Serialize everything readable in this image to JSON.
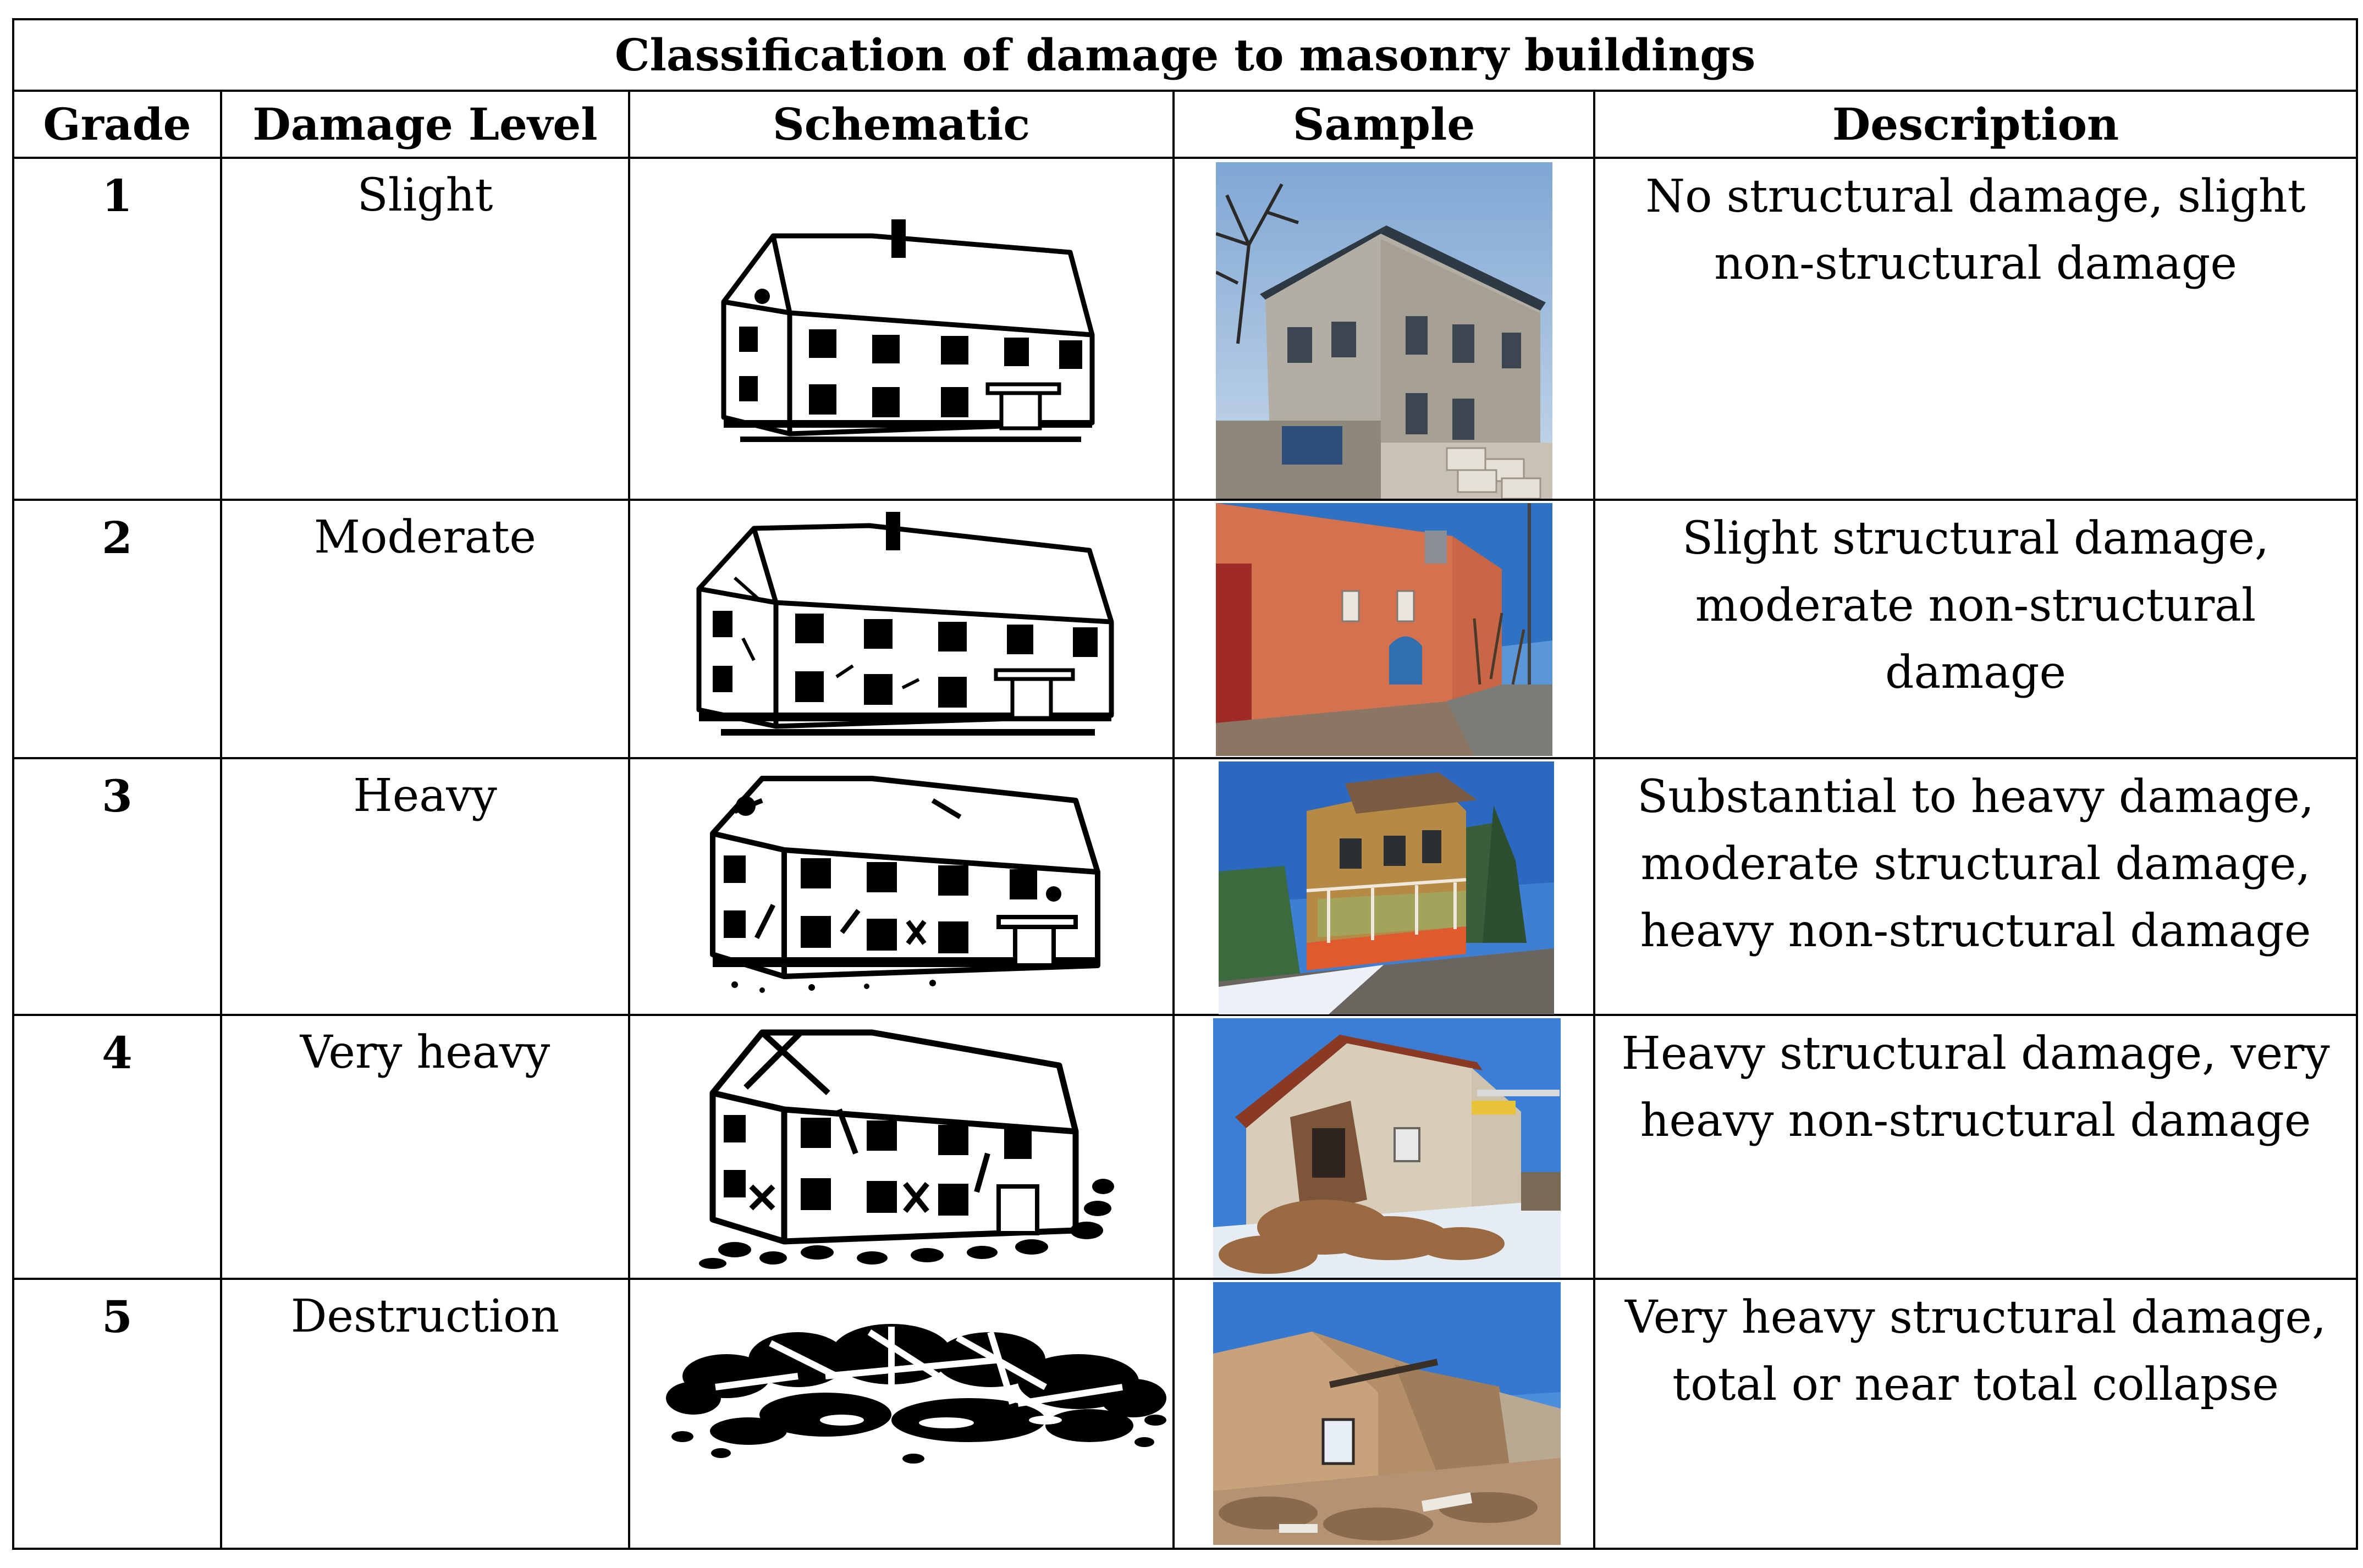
{
  "table": {
    "title": "Classification of damage to masonry buildings",
    "headers": {
      "grade": "Grade",
      "damage_level": "Damage Level",
      "schematic": "Schematic",
      "sample": "Sample",
      "description": "Description"
    },
    "rows": [
      {
        "grade": "1",
        "level": "Slight",
        "description": "No structural damage, slight non-structural damage"
      },
      {
        "grade": "2",
        "level": "Moderate",
        "description": "Slight structural damage, moderate non-structural damage"
      },
      {
        "grade": "3",
        "level": "Heavy",
        "description": "Substantial to heavy damage, moderate structural damage, heavy non-structural damage"
      },
      {
        "grade": "4",
        "level": "Very heavy",
        "description": "Heavy structural damage, very heavy non-structural damage"
      },
      {
        "grade": "5",
        "level": "Destruction",
        "description": "Very heavy structural damage, total or near total collapse"
      }
    ]
  },
  "colors": {
    "border": "#000000",
    "background": "#ffffff"
  }
}
